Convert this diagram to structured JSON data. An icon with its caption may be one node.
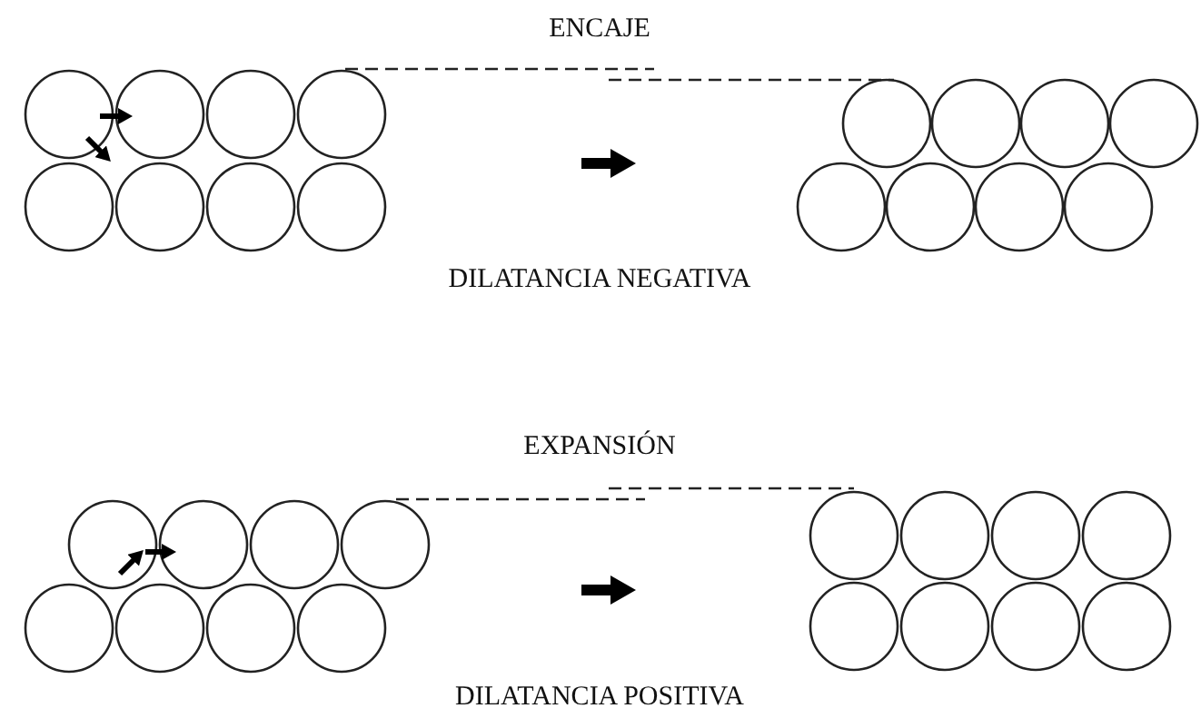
{
  "diagram": {
    "labels": [
      "ENCAJE",
      "DILATANCIA NEGATIVA",
      "EXPANSIÓN",
      "DILATANCIA POSITIVA"
    ]
  }
}
